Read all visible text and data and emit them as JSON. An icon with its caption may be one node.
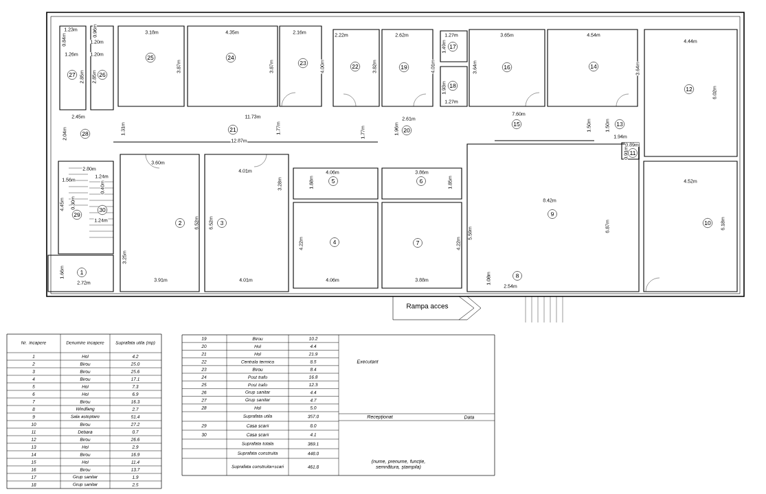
{
  "diagram": {
    "nodes": [
      {
        "text": [
          "1"
        ]
      },
      {
        "text": [
          "2"
        ]
      },
      {
        "text": [
          "3"
        ]
      },
      {
        "text": [
          "4"
        ]
      },
      {
        "text": [
          "5"
        ]
      },
      {
        "text": [
          "6"
        ]
      },
      {
        "text": [
          "7"
        ]
      },
      {
        "text": [
          "8"
        ]
      },
      {
        "text": [
          "9"
        ]
      },
      {
        "text": [
          "10"
        ]
      },
      {
        "text": [
          "11"
        ]
      },
      {
        "text": [
          "12"
        ]
      },
      {
        "text": [
          "13"
        ]
      },
      {
        "text": [
          "14"
        ]
      },
      {
        "text": [
          "15"
        ]
      },
      {
        "text": [
          "16"
        ]
      },
      {
        "text": [
          "17"
        ]
      },
      {
        "text": [
          "18"
        ]
      },
      {
        "text": [
          "19"
        ]
      },
      {
        "text": [
          "20"
        ]
      },
      {
        "text": [
          "21"
        ]
      },
      {
        "text": [
          "22"
        ]
      },
      {
        "text": [
          "23"
        ]
      },
      {
        "text": [
          "24"
        ]
      },
      {
        "text": [
          "25"
        ]
      },
      {
        "text": [
          "26"
        ]
      },
      {
        "text": [
          "27"
        ]
      },
      {
        "text": [
          "28"
        ]
      },
      {
        "text": [
          "29"
        ]
      },
      {
        "text": [
          "30"
        ]
      }
    ],
    "labels": [
      "1.23m",
      "0.96m",
      "3.18m",
      "4.35m",
      "2.16m",
      "2.22m",
      "2.62m",
      "1.27m",
      "3.65m",
      "4.54m",
      "0.84m",
      "1.20m",
      "1.49m",
      "4.44m",
      "1.26m",
      "1.20m",
      "3.87m",
      "3.87m",
      "4.00m",
      "3.82m",
      "4.01m",
      "3.64m",
      "3.64m",
      "2.85m",
      "2.85m",
      "1.93m",
      "6.02m",
      "1.27m",
      "2.45m",
      "11.73m",
      "2.61m",
      "7.60m",
      "1.31m",
      "1.77m",
      "1.96m",
      "1.50m",
      "1.50m",
      "2.04m",
      "12.87m",
      "1.77m",
      "1.94m",
      "0.89m",
      "0.91m",
      "2.80m",
      "3.60m",
      "4.01m",
      "4.06m",
      "3.86m",
      "1.56m",
      "1.24m",
      "0.40m",
      "3.28m",
      "1.88m",
      "1.85m",
      "4.52m",
      "8.42m",
      "4.45m",
      "0.30m",
      "1.24m",
      "6.52m",
      "6.52m",
      "6.87m",
      "6.18m",
      "5.59m",
      "4.22m",
      "4.22m",
      "3.25m",
      "1.66m",
      "2.72m",
      "3.91m",
      "4.01m",
      "4.06m",
      "3.88m",
      "1.08m",
      "2.54m",
      "Rampa acces",
      "Nr. incapere",
      "Denumire incapere",
      "Suprafata utila (mp)",
      "1",
      "Hol",
      "4.2",
      "2",
      "Birou",
      "25.0",
      "3",
      "Birou",
      "25.6",
      "4",
      "Birou",
      "17.1",
      "5",
      "Hol",
      "7.3",
      "6",
      "Hol",
      "6.9",
      "7",
      "Birou",
      "16.3",
      "8",
      "Windfang",
      "2.7",
      "9",
      "Sala asteptare",
      "51.4",
      "10",
      "Birou",
      "27.2",
      "11",
      "Debara",
      "0.7",
      "12",
      "Birou",
      "26.6",
      "13",
      "Hol",
      "2.9",
      "14",
      "Birou",
      "16.9",
      "15",
      "Hol",
      "11.4",
      "16",
      "Birou",
      "13.7",
      "17",
      "Grup sanitar",
      "1.9",
      "18",
      "Grup sanitar",
      "2.5",
      "19",
      "Birou",
      "10.2",
      "20",
      "Hol",
      "4.4",
      "21",
      "Hol",
      "21.9",
      "22",
      "Centrala termica",
      "8.5",
      "23",
      "Birou",
      "8.4",
      "24",
      "Post trafo",
      "16.8",
      "25",
      "Post trafo",
      "12.3",
      "26",
      "Grup sanitar",
      "4.4",
      "27",
      "Grup sanitar",
      "4.7",
      "28",
      "Hol",
      "5.0",
      "Suprafata utila",
      "357.0",
      "29",
      "Casa scarii",
      "8.0",
      "30",
      "Casa scarii",
      "4.1",
      "Suprafata totala",
      "369.1",
      "Suprafata construita",
      "448.0",
      "Suprafata construita+scari",
      "461.8",
      "Executant",
      "Recepționat",
      "Data",
      "(nume, prenume, funcție, semnătura, ștampila)"
    ]
  }
}
